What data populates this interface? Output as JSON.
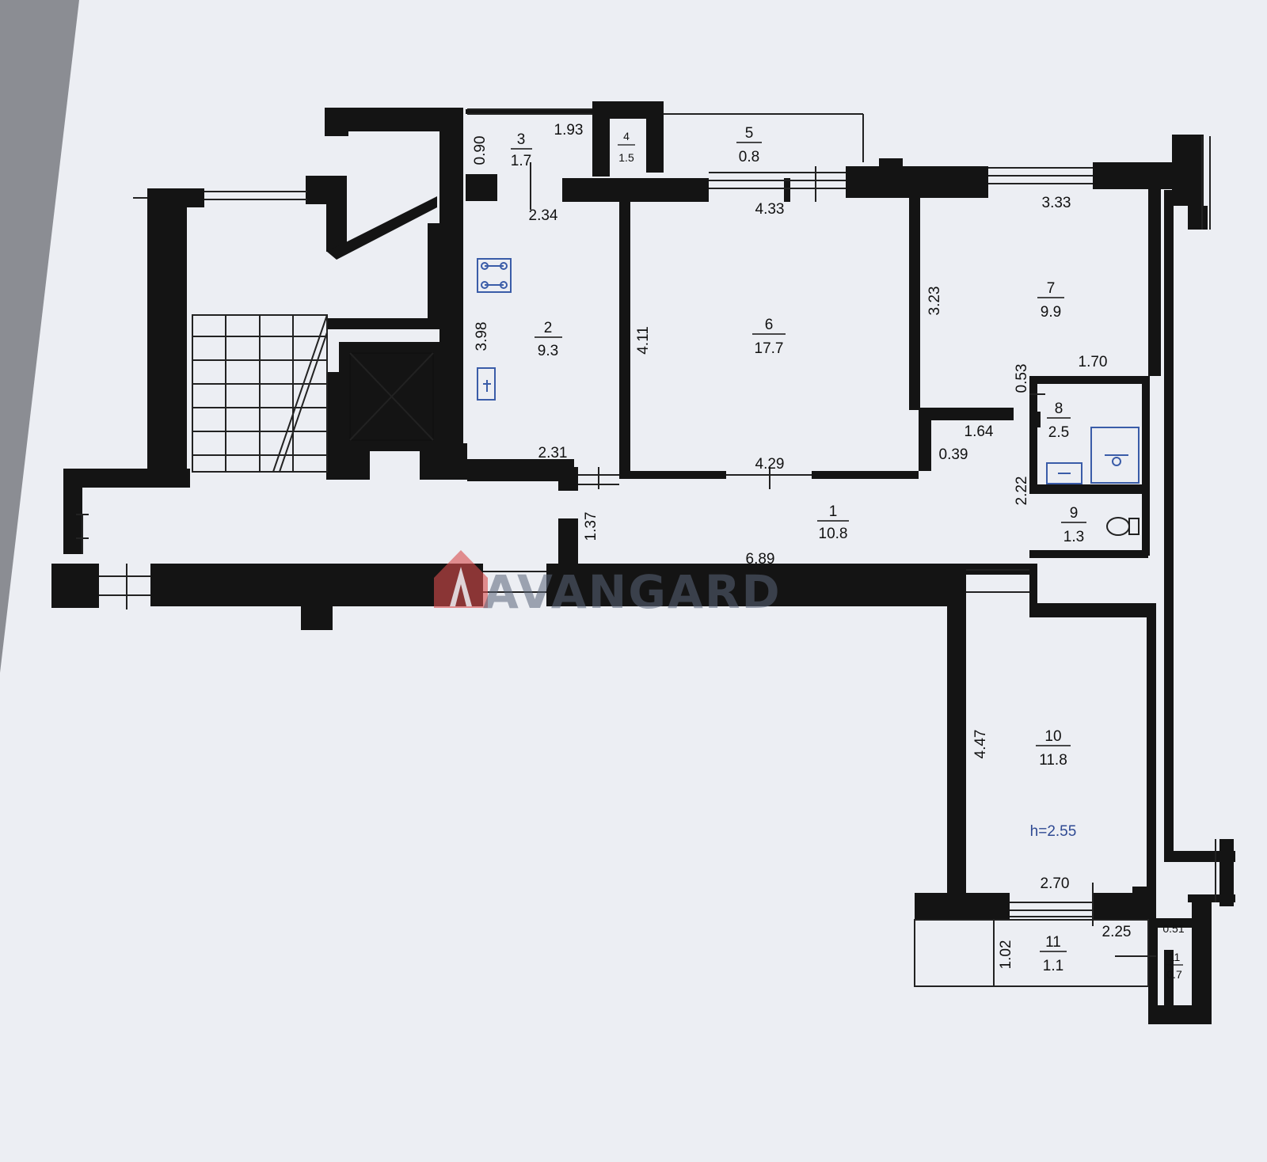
{
  "plan": {
    "ceiling_height": "h=2.55",
    "watermark": "AVANGARD",
    "rooms": [
      {
        "id": "1",
        "number": "1",
        "area": "10.8"
      },
      {
        "id": "2",
        "number": "2",
        "area": "9.3"
      },
      {
        "id": "3",
        "number": "3",
        "area": "1.7"
      },
      {
        "id": "4",
        "number": "4",
        "area": "1.5"
      },
      {
        "id": "5",
        "number": "5",
        "area": "0.8"
      },
      {
        "id": "6",
        "number": "6",
        "area": "17.7"
      },
      {
        "id": "7",
        "number": "7",
        "area": "9.9"
      },
      {
        "id": "8",
        "number": "8",
        "area": "2.5"
      },
      {
        "id": "9",
        "number": "9",
        "area": "1.3"
      },
      {
        "id": "10",
        "number": "10",
        "area": "11.8"
      },
      {
        "id": "11a",
        "number": "11",
        "area": "1.1"
      },
      {
        "id": "11b",
        "number": "11",
        "area": "0.7"
      }
    ],
    "dimensions": [
      "0.90",
      "1.93",
      "2.34",
      "3.98",
      "2.31",
      "4.11",
      "4.33",
      "4.29",
      "3.23",
      "3.33",
      "0.53",
      "1.70",
      "1.64",
      "0.39",
      "2.22",
      "1.37",
      "6.89",
      "4.47",
      "2.70",
      "2.25",
      "0.51",
      "1.02"
    ]
  }
}
